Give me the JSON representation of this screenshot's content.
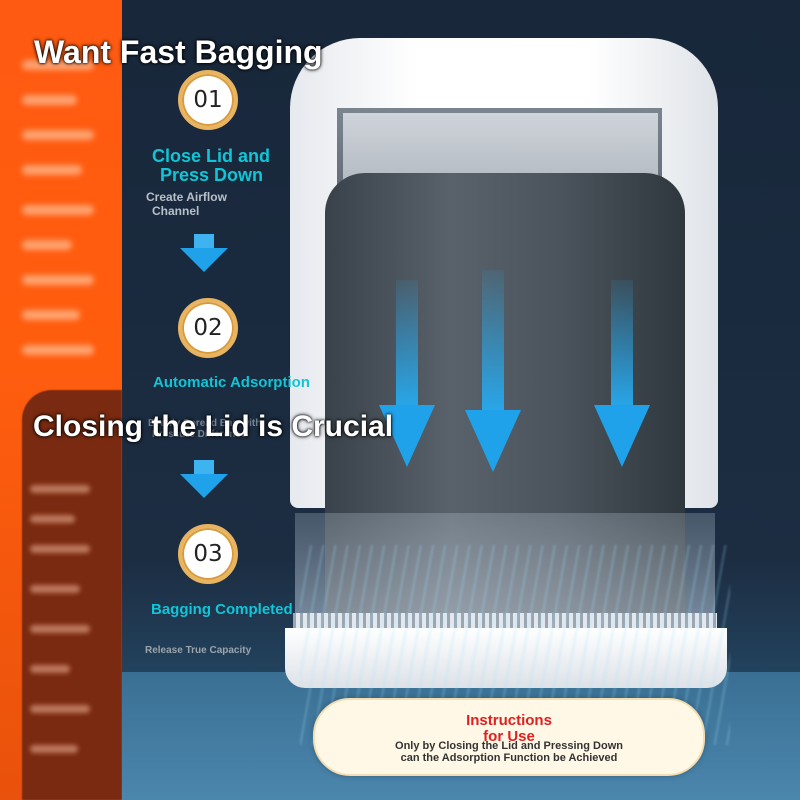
{
  "headline": "Want Fast Bagging",
  "subheadline": "Closing the Lid is Crucial",
  "steps": [
    {
      "number": "01",
      "title_line1": "Close Lid and",
      "title_line2": "Press Down",
      "subtitle_line1": "Create Airflow",
      "subtitle_line2": "Channel"
    },
    {
      "number": "02",
      "title": "Automatic Adsorption",
      "subtitle_line1": "Evenly Spread Bag with",
      "subtitle_line2": "Pressure Difference"
    },
    {
      "number": "03",
      "title": "Bagging Completed",
      "subtitle": "Release True Capacity"
    }
  ],
  "instructions": {
    "title_line1": "Instructions",
    "title_line2": "for Use",
    "body_line1": "Only by Closing the Lid and Pressing Down",
    "body_line2": "can the Adsorption Function be Achieved"
  },
  "colors": {
    "orange_panel": "#ff5a12",
    "step_title": "#11c5d6",
    "arrow_blue": "#1fa2ea",
    "instructions_title": "#e02020"
  }
}
